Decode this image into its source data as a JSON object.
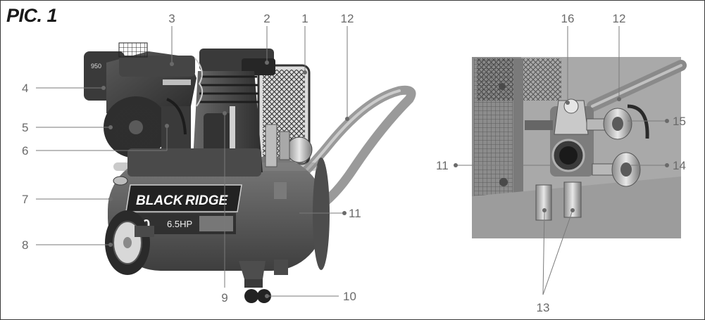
{
  "title": "PIC. 1",
  "product": {
    "brand_plate_left": "BLACK",
    "brand_plate_right": "RIDGE",
    "tank_size": "50",
    "power": "6.5HP",
    "engine_badge": "950"
  },
  "callouts": {
    "c1": "1",
    "c2": "2",
    "c3": "3",
    "c4": "4",
    "c5": "5",
    "c6": "6",
    "c7": "7",
    "c8": "8",
    "c9": "9",
    "c10": "10",
    "c11": "11",
    "c12": "12",
    "d16": "16",
    "d12": "12",
    "d15": "15",
    "d14": "14",
    "d11": "11",
    "d13": "13"
  },
  "colors": {
    "frame": "#3a3a3a",
    "label": "#6a6a6a",
    "tank": "#5b5b5b",
    "engine": "#3c3c3c",
    "detail_bg": "#a9a9a9"
  }
}
